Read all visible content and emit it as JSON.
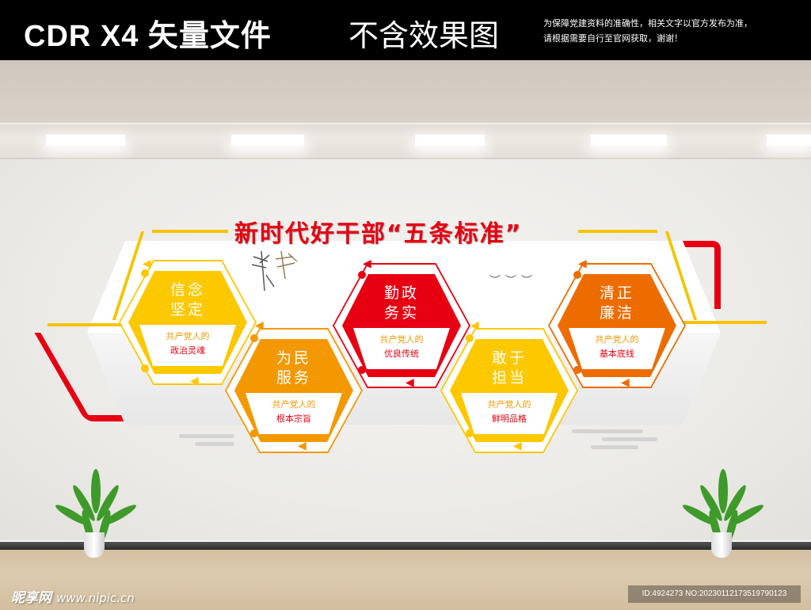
{
  "banner": {
    "format_label": "CDR X4 矢量文件",
    "effect_label": "不含效果图",
    "notice_line1": "为保障党建资料的准确性，相关文字以官方发布为准，",
    "notice_line2": "请根据需要自行至官网获取，谢谢！"
  },
  "board": {
    "title": "新时代好干部“五条标准”",
    "standards": [
      {
        "main1": "信念",
        "main2": "坚定",
        "sub1": "共产党人的",
        "sub2": "政治灵魂",
        "color": "#fcc800"
      },
      {
        "main1": "为民",
        "main2": "服务",
        "sub1": "共产党人的",
        "sub2": "根本宗旨",
        "color": "#f39800"
      },
      {
        "main1": "勤政",
        "main2": "务实",
        "sub1": "共产党人的",
        "sub2": "优良传统",
        "color": "#e60012"
      },
      {
        "main1": "敢于",
        "main2": "担当",
        "sub1": "共产党人的",
        "sub2": "鲜明品格",
        "color": "#fcc800"
      },
      {
        "main1": "清正",
        "main2": "廉洁",
        "sub1": "共产党人的",
        "sub2": "基本底线",
        "color": "#ed6c00"
      }
    ],
    "decor": {
      "birds_icon": "flying-birds",
      "bamboo_icon": "ink-bamboo",
      "arrow_glyph": "◀"
    }
  },
  "footer": {
    "site_name": "昵享网",
    "site_url": "www.nipic.cn",
    "id_text": "ID:4924273 NO:20230112173519790123"
  },
  "colors": {
    "red": "#e60012",
    "yellow": "#fcc800",
    "orange": "#f39800",
    "deep_orange": "#ed6c00"
  }
}
